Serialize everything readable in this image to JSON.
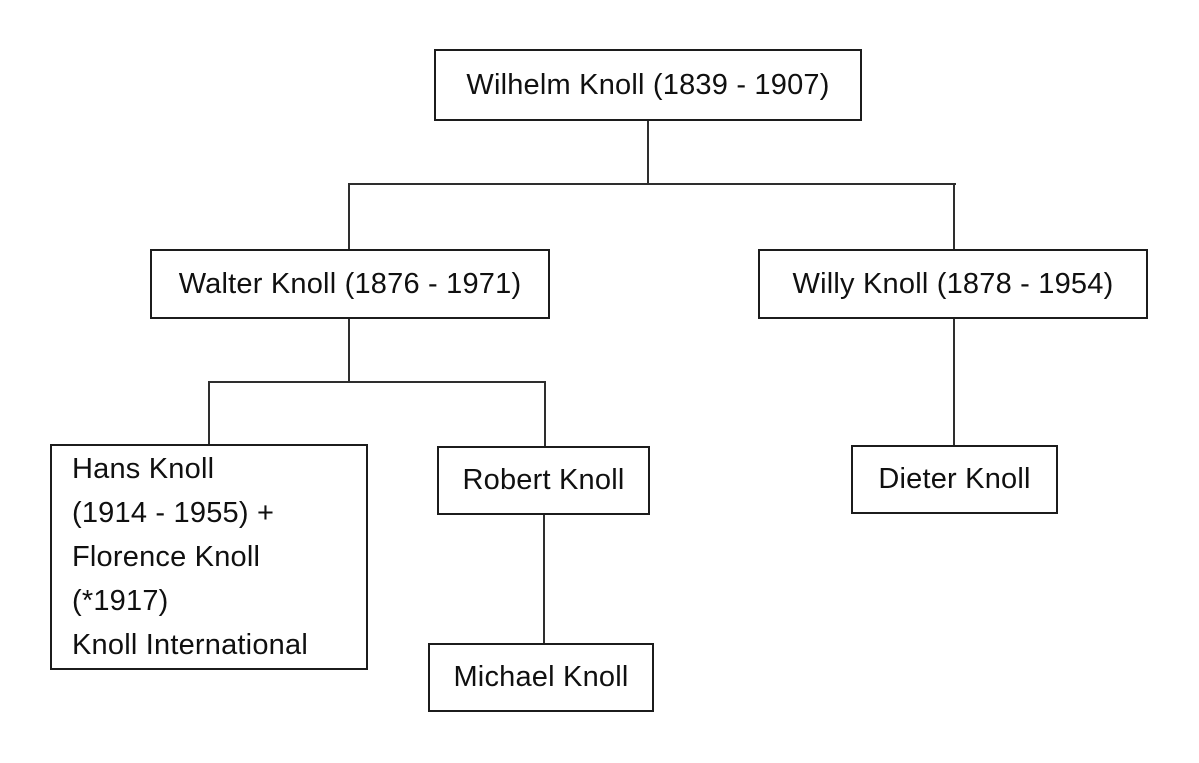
{
  "diagram": {
    "type": "family-tree",
    "background_color": "#ffffff",
    "box_border_color": "#1c1c1c",
    "line_color": "#2e2e2e",
    "text_color": "#101010",
    "nodes": {
      "wilhelm": {
        "label": "Wilhelm Knoll (1839 - 1907)"
      },
      "walter": {
        "label": "Walter Knoll (1876 - 1971)"
      },
      "willy": {
        "label": "Willy Knoll (1878 - 1954)"
      },
      "hans_florence": {
        "lines": [
          "Hans Knoll",
          "(1914 - 1955) +",
          "Florence Knoll",
          "(*1917)",
          "Knoll International"
        ]
      },
      "robert": {
        "label": "Robert Knoll"
      },
      "dieter": {
        "label": "Dieter Knoll"
      },
      "michael": {
        "label": "Michael Knoll"
      }
    },
    "edges": [
      {
        "from": "wilhelm",
        "to": "walter"
      },
      {
        "from": "wilhelm",
        "to": "willy"
      },
      {
        "from": "walter",
        "to": "hans_florence"
      },
      {
        "from": "walter",
        "to": "robert"
      },
      {
        "from": "willy",
        "to": "dieter"
      },
      {
        "from": "robert",
        "to": "michael"
      }
    ]
  }
}
